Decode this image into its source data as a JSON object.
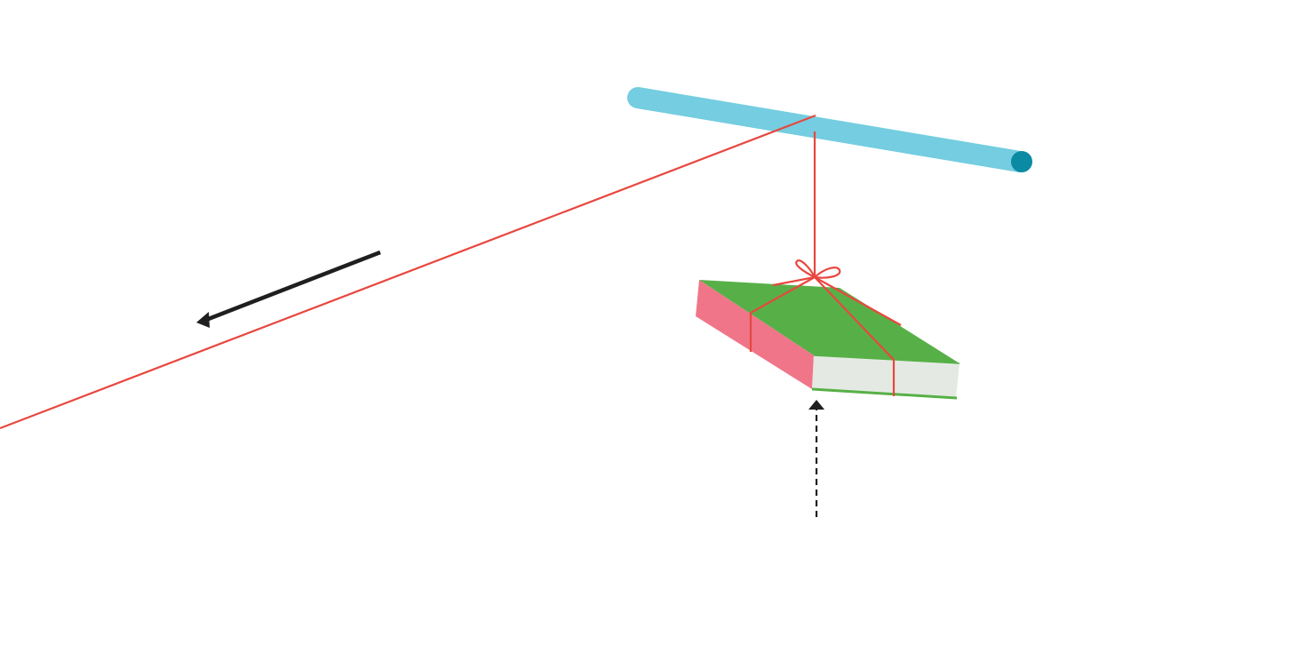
{
  "scene": {
    "elements": [
      "rod",
      "string",
      "book",
      "bow",
      "pull-arrow",
      "push-arrow"
    ]
  },
  "colors": {
    "rod": "#74cde0",
    "rod_end": "#0a8aa3",
    "string": "#e8473f",
    "book_cover": "#57b047",
    "book_spine": "#f07589",
    "book_pages": "#e4eae3",
    "arrow": "#1f1f1f"
  }
}
